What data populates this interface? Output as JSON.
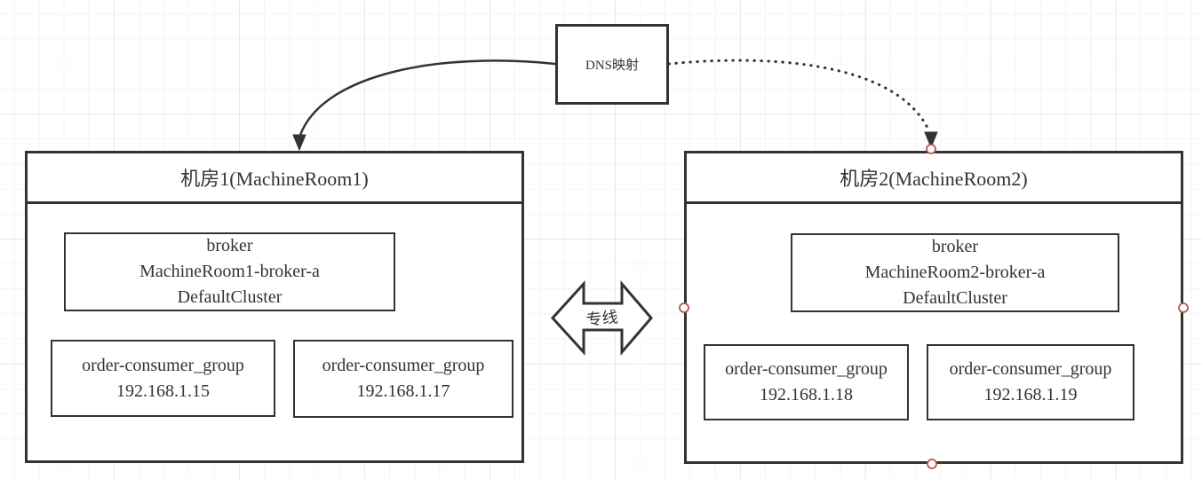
{
  "diagram": {
    "dns_node": {
      "label": "DNS映射"
    },
    "link_label": {
      "label": "专线"
    },
    "rooms": [
      {
        "title": "机房1(MachineRoom1)",
        "broker": {
          "lines": [
            "broker",
            "MachineRoom1-broker-a",
            "DefaultCluster"
          ]
        },
        "consumers": [
          {
            "name": "order-consumer_group",
            "ip": "192.168.1.15"
          },
          {
            "name": "order-consumer_group",
            "ip": "192.168.1.17"
          }
        ]
      },
      {
        "title": "机房2(MachineRoom2)",
        "broker": {
          "lines": [
            "broker",
            "MachineRoom2-broker-a",
            "DefaultCluster"
          ]
        },
        "consumers": [
          {
            "name": "order-consumer_group",
            "ip": "192.168.1.18"
          },
          {
            "name": "order-consumer_group",
            "ip": "192.168.1.19"
          }
        ]
      }
    ],
    "edges": [
      {
        "name": "dns-to-room1",
        "style": "solid-curved-arrow"
      },
      {
        "name": "dns-to-room2",
        "style": "dotted-curved-arrow"
      },
      {
        "name": "room1-room2-dedicated-line",
        "style": "double-headed-arrow"
      }
    ],
    "colors": {
      "stroke": "#333333",
      "text": "#333333",
      "anchor": "#b85450",
      "background": "#ffffff",
      "grid_minor": "#f4f4f7",
      "grid_major": "#e9e9ee"
    }
  }
}
